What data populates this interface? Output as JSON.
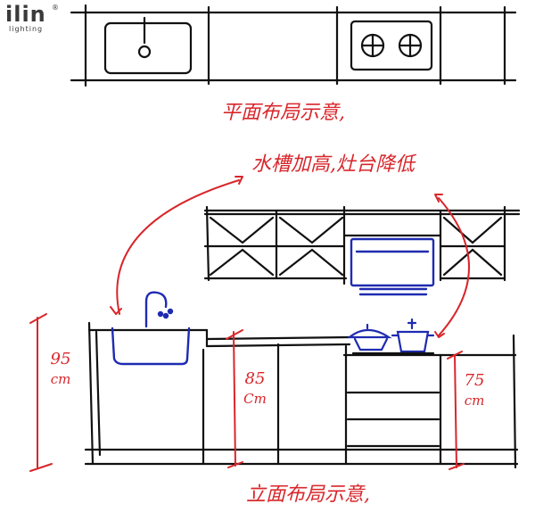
{
  "logo": {
    "text": "ilin",
    "sub": "lighting",
    "mark": "®"
  },
  "notes": {
    "plan_layout": "平面布局示意,",
    "adjustment": "水槽加高,灶台降低",
    "elevation_layout": "立面布局示意,"
  },
  "dimensions": {
    "sink_height": {
      "value": "95",
      "unit": "cm"
    },
    "counter_height": {
      "value": "85",
      "unit": "Cm"
    },
    "stove_height": {
      "value": "75",
      "unit": "cm"
    }
  },
  "colors": {
    "ink": "#111111",
    "annotation": "#d8262b",
    "appliance": "#1f2bb0"
  }
}
